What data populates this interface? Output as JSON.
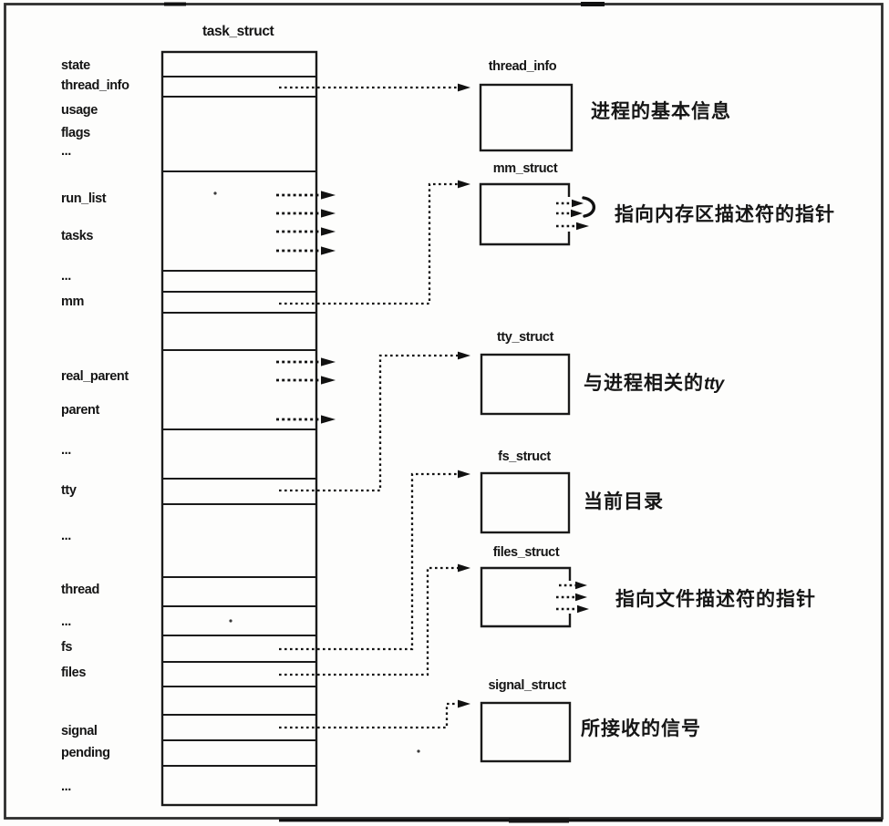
{
  "d": {
    "title": "task_struct",
    "left_fields": [
      "state",
      "thread_info",
      "usage",
      "flags",
      "...",
      "run_list",
      "tasks",
      "...",
      "mm",
      "real_parent",
      "parent",
      "...",
      "tty",
      "...",
      "thread",
      "...",
      "fs",
      "files",
      "signal",
      "pending",
      "..."
    ],
    "structs": [
      {
        "name": "thread_info",
        "annotation": "进程的基本信息",
        "annotation_italic": ""
      },
      {
        "name": "mm_struct",
        "annotation": "指向内存区描述符的指针",
        "annotation_italic": ""
      },
      {
        "name": "tty_struct",
        "annotation": "与进程相关的",
        "annotation_italic": "tty"
      },
      {
        "name": "fs_struct",
        "annotation": "当前目录",
        "annotation_italic": ""
      },
      {
        "name": "files_struct",
        "annotation": "指向文件描述符的指针",
        "annotation_italic": ""
      },
      {
        "name": "signal_struct",
        "annotation": "所接收的信号",
        "annotation_italic": ""
      }
    ],
    "colors": {
      "ink": "#1a1a1a",
      "frame": "#2e2e2e",
      "background": "#ffffff"
    }
  }
}
